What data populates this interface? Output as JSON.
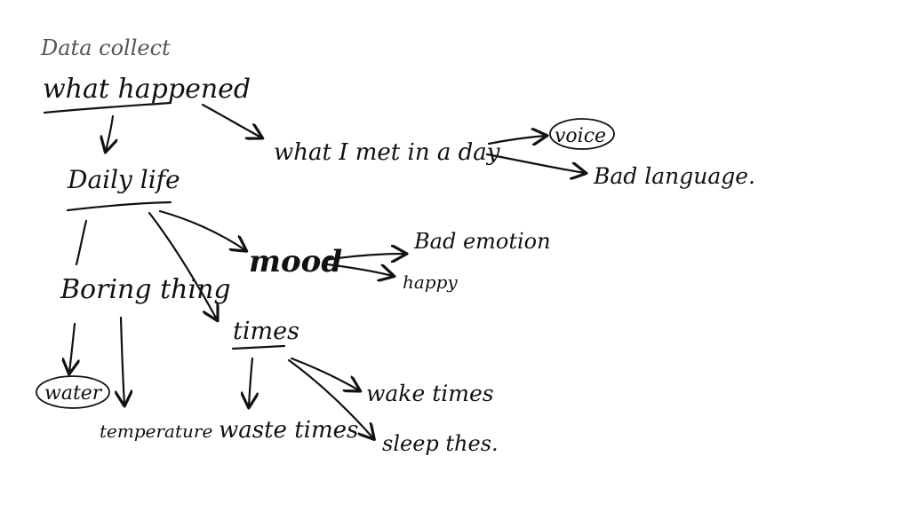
{
  "ink_color": "#111111",
  "faint_ink_color": "#555555",
  "background": "#ffffff",
  "nodes": {
    "data_collect": "Data collect",
    "what_happened": "what happened",
    "what_i_met": "what I met in a day",
    "voice": "voice",
    "bad_language": "Bad language.",
    "daily_life": "Daily life",
    "mood": "mood",
    "bad_emotion": "Bad emotion",
    "happy": "happy",
    "boring_thing": "Boring thing",
    "times": "times",
    "water": "water",
    "temperature": "temperature",
    "waste_times": "waste times",
    "wake_times": "wake times",
    "sleep_times": "sleep thes."
  }
}
